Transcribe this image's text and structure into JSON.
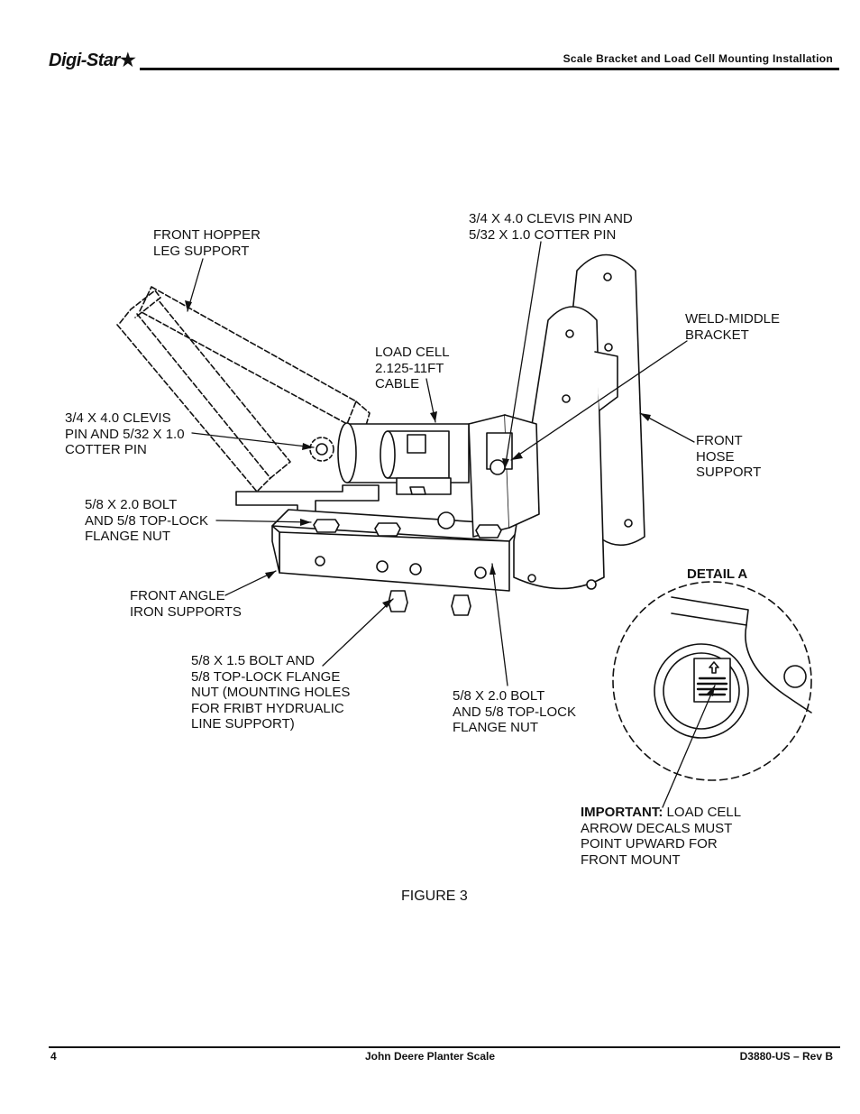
{
  "header": {
    "logo": "Digi-Star",
    "logo_star": "★",
    "title": "Scale Bracket and Load Cell Mounting Installation"
  },
  "figure": {
    "caption": "FIGURE 3",
    "detail_title": "DETAIL A",
    "labels": {
      "clevis_top": "3/4 X 4.0 CLEVIS PIN AND\n5/32 X 1.0 COTTER PIN",
      "front_hopper": "FRONT HOPPER\nLEG SUPPORT",
      "weld_middle": "WELD-MIDDLE\nBRACKET",
      "load_cell": "LOAD CELL\n2.125-11FT\nCABLE",
      "clevis_left": "3/4 X 4.0 CLEVIS\nPIN AND 5/32 X 1.0\nCOTTER PIN",
      "front_hose": "FRONT\nHOSE\nSUPPORT",
      "bolt_left": "5/8 X 2.0 BOLT\nAND 5/8 TOP-LOCK\nFLANGE NUT",
      "front_angle": "FRONT ANGLE\nIRON SUPPORTS",
      "bolt_15": "5/8 X 1.5 BOLT AND\n5/8 TOP-LOCK FLANGE\nNUT (MOUNTING HOLES\nFOR FRIBT HYDRUALIC\nLINE SUPPORT)",
      "bolt_right": "5/8 X 2.0 BOLT\nAND 5/8 TOP-LOCK\nFLANGE NUT",
      "important_bold": "IMPORTANT:",
      "important_text": " LOAD CELL\nARROW DECALS MUST\nPOINT UPWARD FOR\nFRONT MOUNT"
    }
  },
  "footer": {
    "page_number": "4",
    "center": "John Deere Planter Scale",
    "doc_id": "D3880-US – Rev B"
  }
}
